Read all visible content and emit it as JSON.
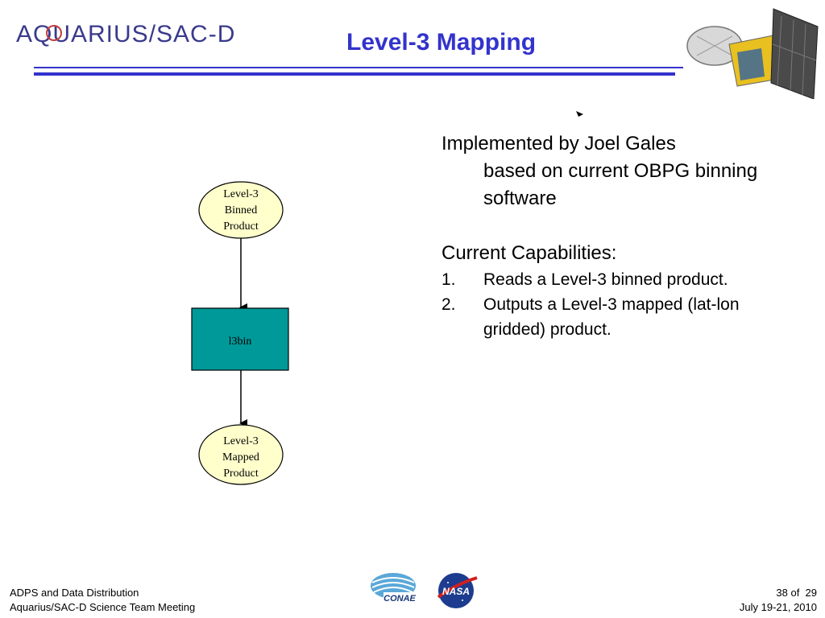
{
  "header": {
    "logo_text": "AQUARIUS/SAC-D",
    "title": "Level-3 Mapping"
  },
  "flowchart": {
    "node_top": [
      "Level-3",
      "Binned",
      "Product"
    ],
    "node_mid": "l3bin",
    "node_bottom": [
      "Level-3",
      "Mapped",
      "Product"
    ]
  },
  "body": {
    "para1_line1": "Implemented by Joel Gales",
    "para1_rest": "based on current OBPG binning software",
    "capabilities_heading": "Current Capabilities:",
    "items": [
      {
        "num": "1.",
        "text": "Reads a Level-3 binned product."
      },
      {
        "num": "2.",
        "text": "Outputs a Level-3 mapped (lat-lon gridded) product."
      }
    ]
  },
  "footer": {
    "left_line1": "ADPS and Data Distribution",
    "left_line2": "Aquarius/SAC-D Science Team Meeting",
    "page": "38 of  29",
    "date": "July 19-21, 2010",
    "conae_label": "CONAE",
    "nasa_label": "NASA"
  },
  "colors": {
    "title": "#3333cc",
    "node_fill": "#ffffcc",
    "process_fill": "#009999"
  }
}
